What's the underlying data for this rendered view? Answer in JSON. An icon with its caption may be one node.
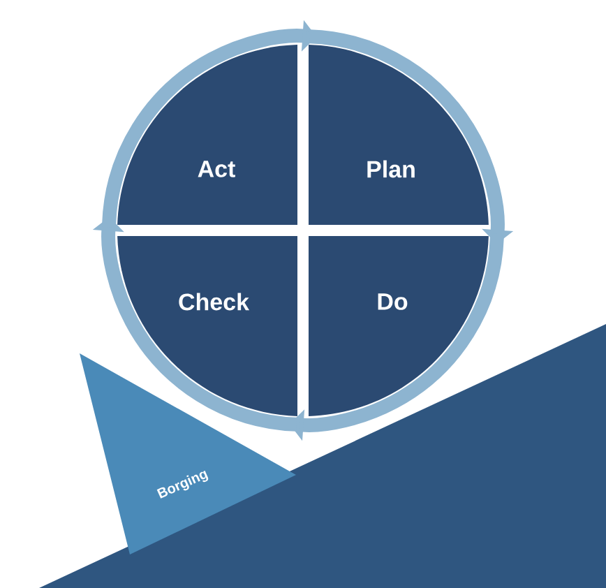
{
  "diagram": {
    "nodes": [
      {
        "text": [
          "Act"
        ]
      },
      {
        "text": [
          "Plan"
        ]
      },
      {
        "text": [
          "Check"
        ]
      },
      {
        "text": [
          "Do"
        ]
      },
      {
        "text": [
          "Borging"
        ]
      }
    ],
    "edges": [
      {
        "from": 0,
        "to": 1,
        "arrow": "to"
      },
      {
        "from": 1,
        "to": 3,
        "arrow": "to"
      },
      {
        "from": 3,
        "to": 2,
        "arrow": "to"
      },
      {
        "from": 2,
        "to": 0,
        "arrow": "to"
      }
    ]
  }
}
